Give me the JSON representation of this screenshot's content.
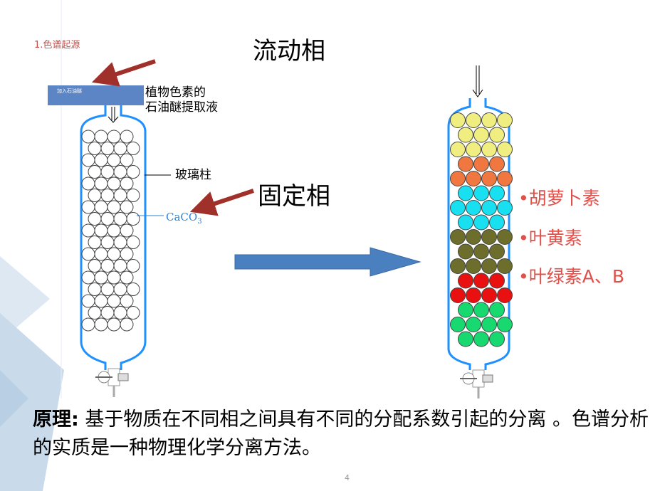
{
  "slide": {
    "section_label": "1.色谱起源",
    "page_number": "4"
  },
  "left_column": {
    "cap_label": "加入石油醚",
    "extract_label_line1": "植物色素的",
    "extract_label_line2": "石油醚提取液",
    "glass_column_label": "玻璃柱",
    "packing_label": "CaCO",
    "packing_subscript": "3"
  },
  "labels": {
    "mobile_phase": "流动相",
    "stationary_phase": "固定相"
  },
  "pigments": [
    {
      "text": "•胡萝卜素"
    },
    {
      "text": "•叶黄素"
    },
    {
      "text": "•叶绿素A、B"
    }
  ],
  "principle": {
    "prefix": "原理:",
    "body": " 基于物质在不同相之间具有不同的分配系数引起的分离 。色谱分析的实质是一种物理化学分离方法。"
  },
  "colors": {
    "column_outline": "#1e90ff",
    "arrow_red": "#a0302a",
    "arrow_blue": "#4a7fc0",
    "pigment_text": "#e0504a",
    "band_yellow": "#f0ee80",
    "band_orange": "#f07840",
    "band_cyan": "#18e0f0",
    "band_olive": "#6e6e2c",
    "band_red": "#e81010",
    "band_green": "#18d870"
  }
}
